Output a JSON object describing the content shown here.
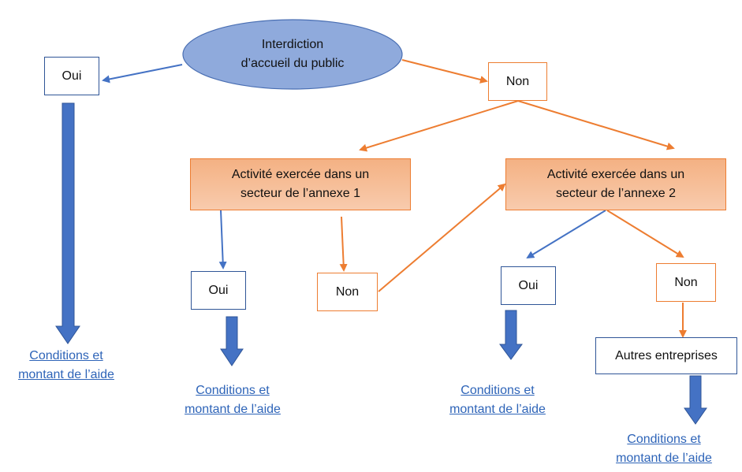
{
  "colors": {
    "blue": "#4472c4",
    "orange": "#ed7d31",
    "link": "#2e64b8"
  },
  "root": {
    "line1": "Interdiction",
    "line2": "d’accueil du public"
  },
  "oui": "Oui",
  "non": "Non",
  "sector1": {
    "line1": "Activité exercée dans un",
    "line2": "secteur de l’annexe 1"
  },
  "sector2": {
    "line1": "Activité exercée dans un",
    "line2": "secteur de l’annexe 2"
  },
  "autres": "Autres entreprises",
  "conditions": {
    "line1": "Conditions et",
    "line2": "montant de l’aide"
  }
}
